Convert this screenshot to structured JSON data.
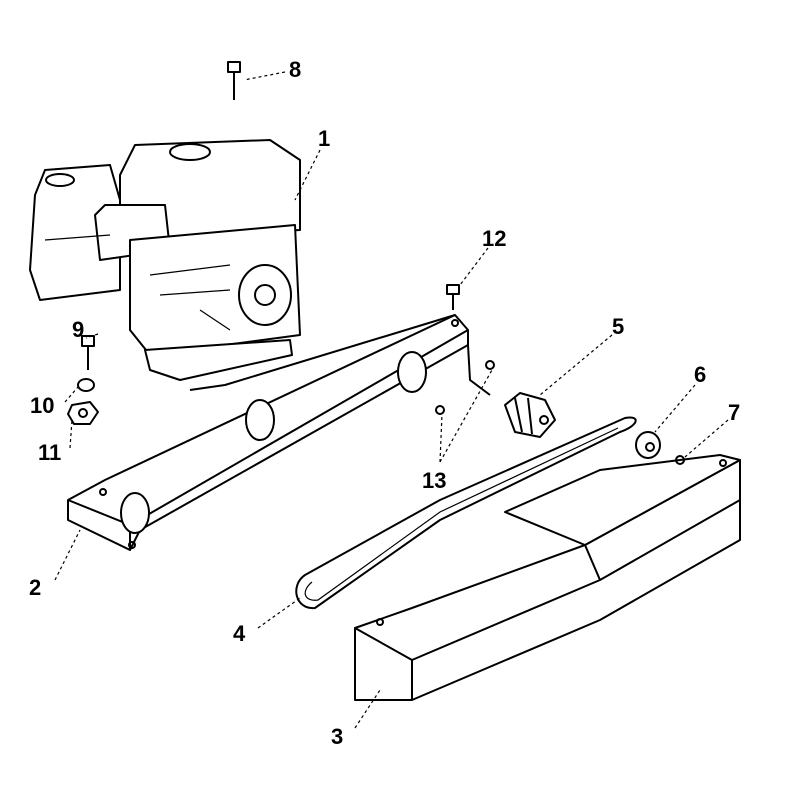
{
  "diagram": {
    "type": "exploded parts diagram",
    "callouts": [
      {
        "id": "label-8",
        "text": "8"
      },
      {
        "id": "label-1",
        "text": "1"
      },
      {
        "id": "label-12",
        "text": "12"
      },
      {
        "id": "label-5",
        "text": "5"
      },
      {
        "id": "label-9",
        "text": "9"
      },
      {
        "id": "label-6",
        "text": "6"
      },
      {
        "id": "label-10",
        "text": "10"
      },
      {
        "id": "label-7",
        "text": "7"
      },
      {
        "id": "label-11",
        "text": "11"
      },
      {
        "id": "label-13",
        "text": "13"
      },
      {
        "id": "label-2",
        "text": "2"
      },
      {
        "id": "label-4",
        "text": "4"
      },
      {
        "id": "label-3",
        "text": "3"
      }
    ]
  }
}
